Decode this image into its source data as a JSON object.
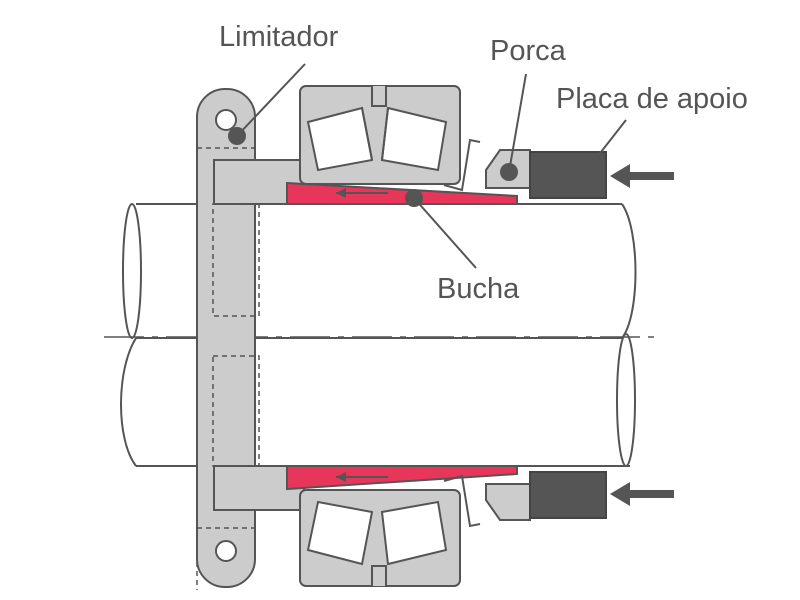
{
  "labels": {
    "limitador": "Limitador",
    "porca": "Porca",
    "placa": "Placa de apoio",
    "bucha": "Bucha"
  },
  "colors": {
    "outline": "#555555",
    "part_fill": "#cccccc",
    "dark_part": "#555555",
    "sleeve": "#e8355a",
    "background": "#ffffff"
  }
}
